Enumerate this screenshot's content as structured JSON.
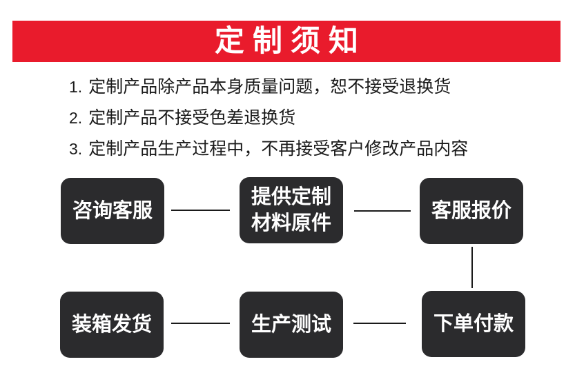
{
  "banner": {
    "title": "定制须知",
    "bg_color": "#e91b2c",
    "text_color": "#ffffff"
  },
  "notices": [
    {
      "num": "1.",
      "text": "定制产品除产品本身质量问题，恕不接受退换货"
    },
    {
      "num": "2.",
      "text": "定制产品不接受色差退换货"
    },
    {
      "num": "3.",
      "text": "定制产品生产过程中，不再接受客户修改产品内容"
    }
  ],
  "flow": {
    "box_color": "#2b2b2d",
    "line_color": "#1a1a1a",
    "rows": [
      {
        "boxes": [
          {
            "lines": [
              "咨询客服"
            ]
          },
          {
            "lines": [
              "提供定制",
              "材料原件"
            ]
          },
          {
            "lines": [
              "客服报价"
            ]
          }
        ]
      },
      {
        "boxes": [
          {
            "lines": [
              "装箱发货"
            ]
          },
          {
            "lines": [
              "生产测试"
            ]
          },
          {
            "lines": [
              "下单付款"
            ]
          }
        ]
      }
    ]
  }
}
